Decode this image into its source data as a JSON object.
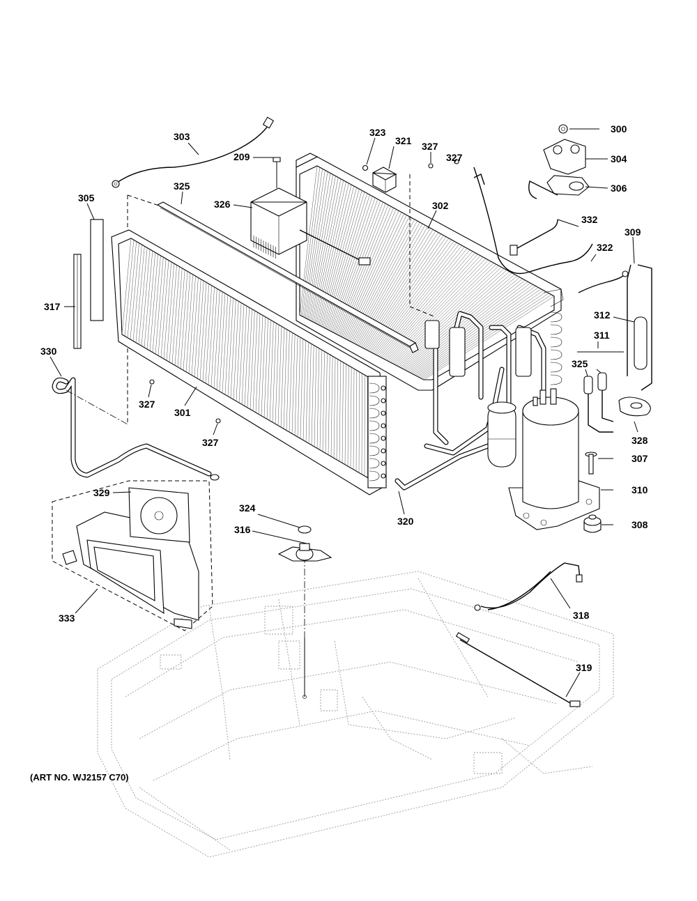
{
  "art_number": "(ART NO. WJ2157 C70)",
  "callouts": {
    "c300": "300",
    "c304": "304",
    "c306": "306",
    "c332": "332",
    "c322": "322",
    "c309": "309",
    "c312": "312",
    "c311": "311",
    "c325b": "325",
    "c328": "328",
    "c307": "307",
    "c310": "310",
    "c308": "308",
    "c303": "303",
    "c325a": "325",
    "c209": "209",
    "c326": "326",
    "c323": "323",
    "c321": "321",
    "c327a": "327",
    "c327b": "327",
    "c302": "302",
    "c305": "305",
    "c317": "317",
    "c330": "330",
    "c327c": "327",
    "c301": "301",
    "c327d": "327",
    "c329": "329",
    "c333": "333",
    "c324": "324",
    "c316": "316",
    "c320": "320",
    "c318": "318",
    "c319": "319"
  }
}
